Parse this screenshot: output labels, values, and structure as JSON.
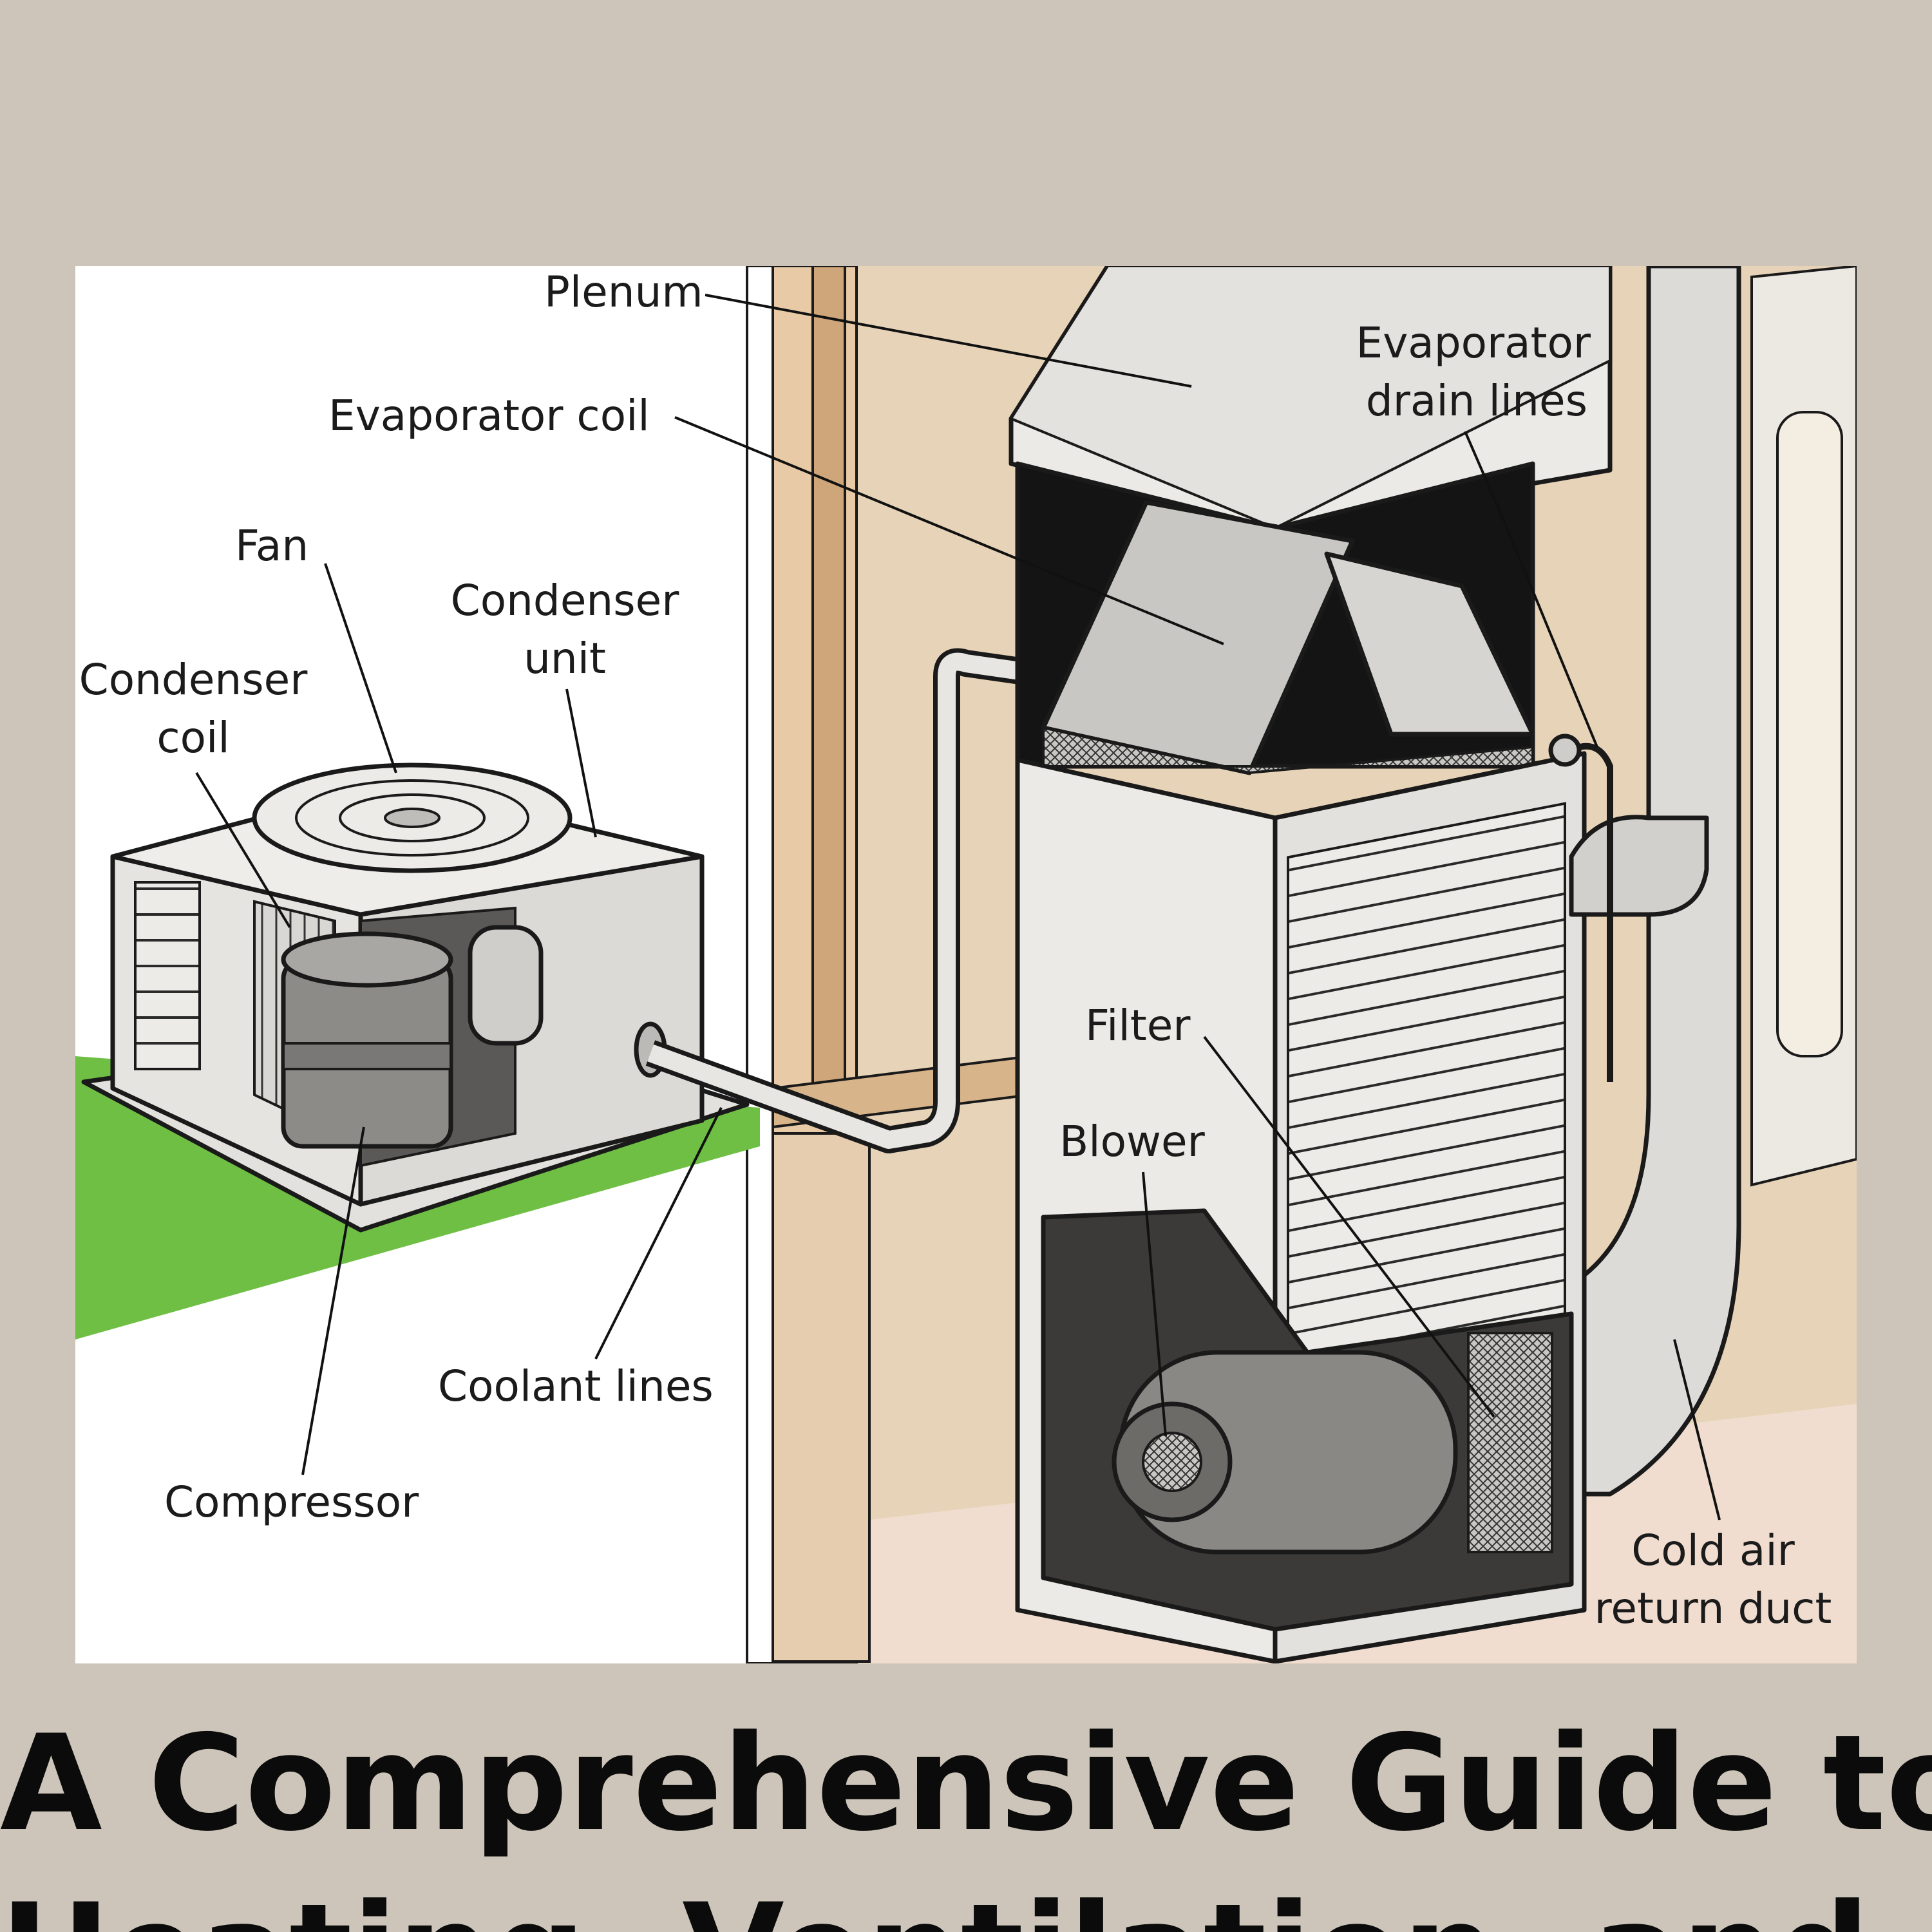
{
  "diagram": {
    "labels": {
      "plenum": "Plenum",
      "evaporator_coil": "Evaporator coil",
      "evaporator_drain_lines": [
        "Evaporator",
        "drain lines"
      ],
      "fan": "Fan",
      "condenser_unit": [
        "Condenser",
        "unit"
      ],
      "condenser_coil": [
        "Condenser",
        "coil"
      ],
      "filter": "Filter",
      "blower": "Blower",
      "coolant_lines": "Coolant lines",
      "compressor": "Compressor",
      "cold_air_return_duct": [
        "Cold air",
        "return duct"
      ]
    }
  },
  "caption": {
    "line1": "A Comprehensive Guide to",
    "line2": "Heating, Ventilation, and Air"
  },
  "colors": {
    "background": "#cdc5b9",
    "panel": "#ffffff",
    "lawn": "#6fbf45",
    "wall": "#e7d3b8",
    "metal": "#dedcd8",
    "caption": "#0b0b0b"
  }
}
